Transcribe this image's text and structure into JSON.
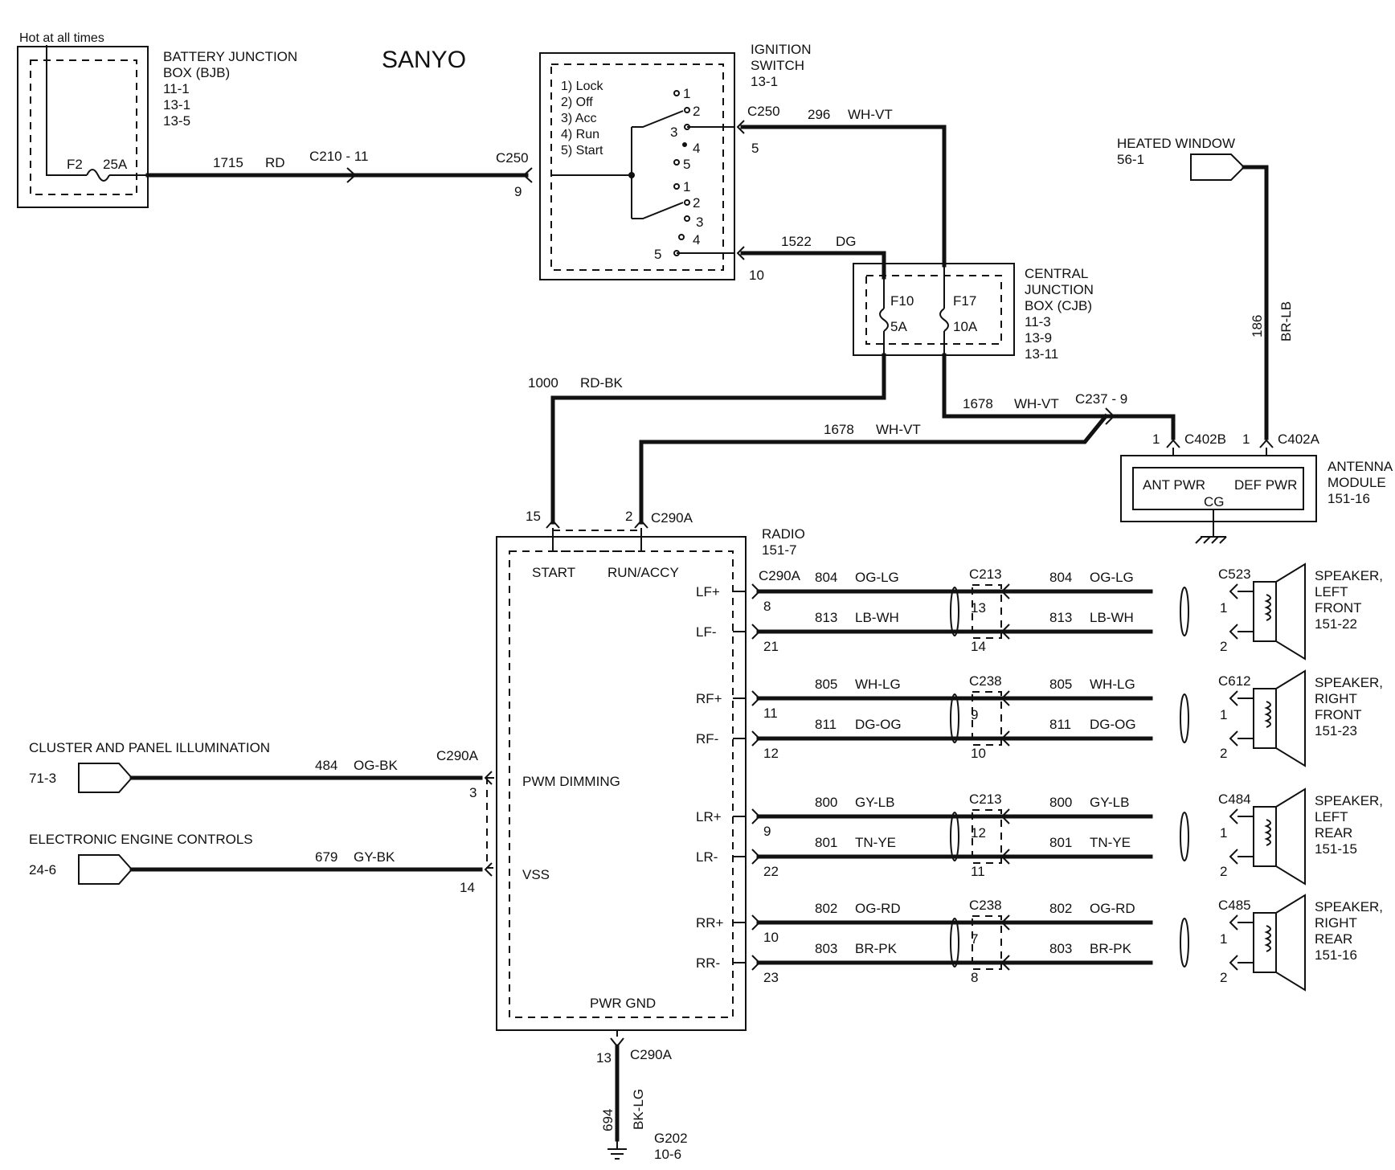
{
  "title": "SANYO",
  "bjb": {
    "hot_label": "Hot at all times",
    "name_line1": "BATTERY  JUNCTION",
    "name_line2": "BOX (BJB)",
    "refs": [
      "11-1",
      "13-1",
      "13-5"
    ],
    "fuse_id": "F2",
    "fuse_rating": "25A"
  },
  "wire_1715": {
    "circuit": "1715",
    "color": "RD",
    "inline_connector": "C210 - 11"
  },
  "ignition": {
    "name_line1": "IGNITION",
    "name_line2": "SWITCH",
    "ref": "13-1",
    "positions": [
      "1) Lock",
      "2) Off",
      "3) Acc",
      "4) Run",
      "5) Start"
    ],
    "in_connector": "C250",
    "in_pin": "9",
    "upper_contacts": [
      "1",
      "2",
      "3",
      "4",
      "5"
    ],
    "lower_contacts": [
      "1",
      "2",
      "3",
      "4",
      "5"
    ],
    "out_connector": "C250",
    "out_pin_upper": "5",
    "out_pin_lower": "10"
  },
  "wire_296": {
    "circuit": "296",
    "color": "WH-VT"
  },
  "wire_1522": {
    "circuit": "1522",
    "color": "DG"
  },
  "cjb": {
    "name_line1": "CENTRAL",
    "name_line2": "JUNCTION",
    "name_line3": "BOX (CJB)",
    "refs": [
      "11-3",
      "13-9",
      "13-11"
    ],
    "fuse_a_id": "F10",
    "fuse_a_rating": "5A",
    "fuse_b_id": "F17",
    "fuse_b_rating": "10A"
  },
  "heated_window": {
    "name": "HEATED WINDOW",
    "ref": "56-1"
  },
  "wire_186": {
    "circuit": "186",
    "color": "BR-LB"
  },
  "wire_1000": {
    "circuit": "1000",
    "color": "RD-BK"
  },
  "wire_1678_upper": {
    "circuit": "1678",
    "color": "WH-VT",
    "inline_connector": "C237 - 9"
  },
  "wire_1678_lower": {
    "circuit": "1678",
    "color": "WH-VT"
  },
  "antenna": {
    "name_line1": "ANTENNA",
    "name_line2": "MODULE",
    "ref": "151-16",
    "pin_ant": "ANT PWR",
    "pin_def": "DEF PWR",
    "pin_cg": "CG",
    "conn_b": "C402B",
    "conn_b_pin": "1",
    "conn_a": "C402A",
    "conn_a_pin": "1"
  },
  "radio": {
    "name": "RADIO",
    "ref": "151-7",
    "start_label": "START",
    "runaccy_label": "RUN/ACCY",
    "top_connector": "C290A",
    "start_pin": "15",
    "runaccy_pin": "2",
    "pwm_label": "PWM DIMMING",
    "vss_label": "VSS",
    "gnd_label": "PWR GND",
    "speaker_connector": "C290A"
  },
  "cluster": {
    "name": "CLUSTER AND PANEL ILLUMINATION",
    "ref": "71-3",
    "circuit": "484",
    "color": "OG-BK",
    "connector": "C290A",
    "pin": "3"
  },
  "eec": {
    "name": "ELECTRONIC ENGINE CONTROLS",
    "ref": "24-6",
    "circuit": "679",
    "color": "GY-BK",
    "pin": "14"
  },
  "ground": {
    "pin": "13",
    "connector": "C290A",
    "circuit": "694",
    "color": "BK-LG",
    "ground_id": "G202",
    "ref": "10-6"
  },
  "speakers": [
    {
      "plus_label": "LF+",
      "minus_label": "LF-",
      "plus_pin": "8",
      "minus_pin": "21",
      "plus_circuit": "804",
      "plus_color": "OG-LG",
      "minus_circuit": "813",
      "minus_color": "LB-WH",
      "mid_connector": "C213",
      "mid_plus_pin": "13",
      "mid_minus_pin": "14",
      "spk_connector": "C523",
      "spk_plus_pin": "1",
      "spk_minus_pin": "2",
      "name_lines": [
        "SPEAKER,",
        "LEFT",
        "FRONT",
        "151-22"
      ]
    },
    {
      "plus_label": "RF+",
      "minus_label": "RF-",
      "plus_pin": "11",
      "minus_pin": "12",
      "plus_circuit": "805",
      "plus_color": "WH-LG",
      "minus_circuit": "811",
      "minus_color": "DG-OG",
      "mid_connector": "C238",
      "mid_plus_pin": "9",
      "mid_minus_pin": "10",
      "spk_connector": "C612",
      "spk_plus_pin": "1",
      "spk_minus_pin": "2",
      "name_lines": [
        "SPEAKER,",
        "RIGHT",
        "FRONT",
        "151-23"
      ]
    },
    {
      "plus_label": "LR+",
      "minus_label": "LR-",
      "plus_pin": "9",
      "minus_pin": "22",
      "plus_circuit": "800",
      "plus_color": "GY-LB",
      "minus_circuit": "801",
      "minus_color": "TN-YE",
      "mid_connector": "C213",
      "mid_plus_pin": "12",
      "mid_minus_pin": "11",
      "spk_connector": "C484",
      "spk_plus_pin": "1",
      "spk_minus_pin": "2",
      "name_lines": [
        "SPEAKER,",
        "LEFT",
        "REAR",
        "151-15"
      ]
    },
    {
      "plus_label": "RR+",
      "minus_label": "RR-",
      "plus_pin": "10",
      "minus_pin": "23",
      "plus_circuit": "802",
      "plus_color": "OG-RD",
      "minus_circuit": "803",
      "minus_color": "BR-PK",
      "mid_connector": "C238",
      "mid_plus_pin": "7",
      "mid_minus_pin": "8",
      "spk_connector": "C485",
      "spk_plus_pin": "1",
      "spk_minus_pin": "2",
      "name_lines": [
        "SPEAKER,",
        "RIGHT",
        "REAR",
        "151-16"
      ]
    }
  ]
}
